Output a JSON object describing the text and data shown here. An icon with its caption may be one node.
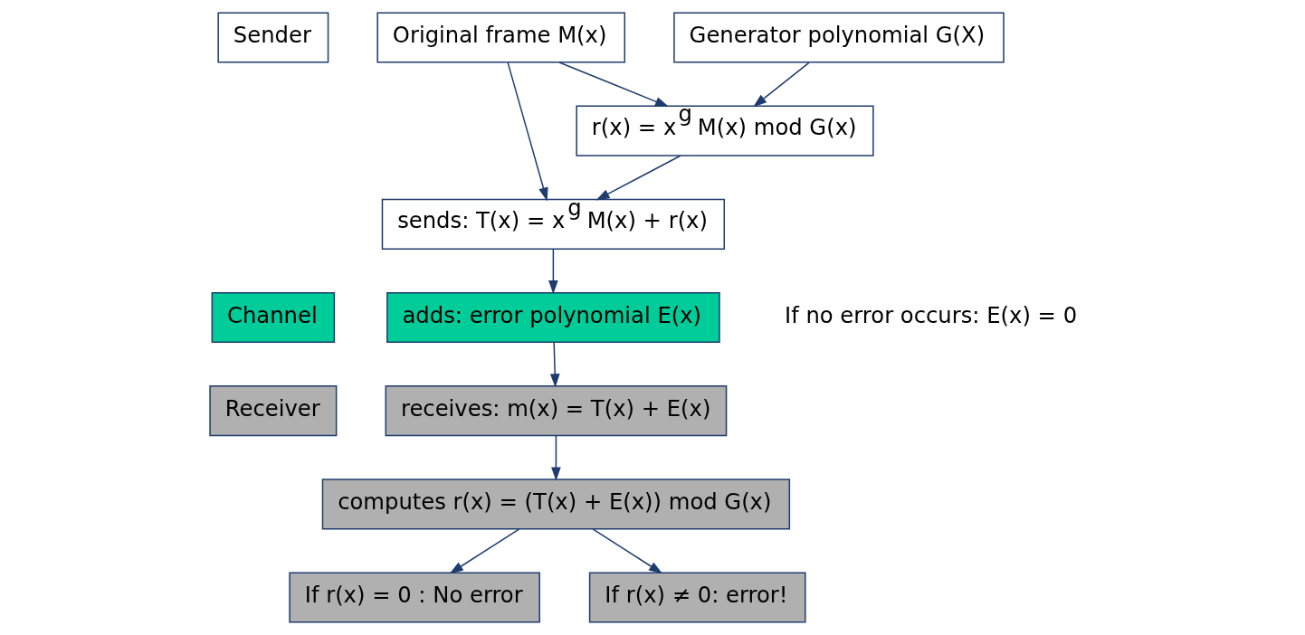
{
  "diagram": {
    "nodes": [
      {
        "text": [
          "Sender"
        ]
      },
      {
        "text": [
          "Original frame M(x)"
        ]
      },
      {
        "text": [
          "Generator polynomial G(X)"
        ]
      },
      {
        "text": [
          "r(x) = x$^{g}$ M(x) mod G(x)"
        ]
      },
      {
        "text": [
          "sends: T(x) = x$^{g}$ M(x) + r(x)"
        ]
      },
      {
        "text": [
          "Channel"
        ]
      },
      {
        "text": [
          "adds: error polynomial E(x)"
        ]
      },
      {
        "text": [
          "Receiver"
        ]
      },
      {
        "text": [
          "receives: m(x) = T(x) + E(x)"
        ]
      },
      {
        "text": [
          "computes r(x) = (T(x) + E(x)) mod G(x)"
        ]
      },
      {
        "text": [
          "If r(x) = 0 : No error"
        ]
      },
      {
        "text": [
          "If r(x) ≠ 0: error!"
        ]
      }
    ],
    "edges": [
      {
        "from": 1,
        "to": 3,
        "arrow": "to"
      },
      {
        "from": 2,
        "to": 3,
        "arrow": "to"
      },
      {
        "from": 1,
        "to": 4,
        "arrow": "to"
      },
      {
        "from": 3,
        "to": 4,
        "arrow": "to"
      },
      {
        "from": 4,
        "to": 6,
        "arrow": "to"
      },
      {
        "from": 6,
        "to": 8,
        "arrow": "to"
      },
      {
        "from": 8,
        "to": 9,
        "arrow": "to"
      },
      {
        "from": 9,
        "to": 10,
        "arrow": "to"
      },
      {
        "from": 9,
        "to": 11,
        "arrow": "to"
      }
    ],
    "labels": [
      "If no error occurs: E(x) = 0"
    ]
  }
}
